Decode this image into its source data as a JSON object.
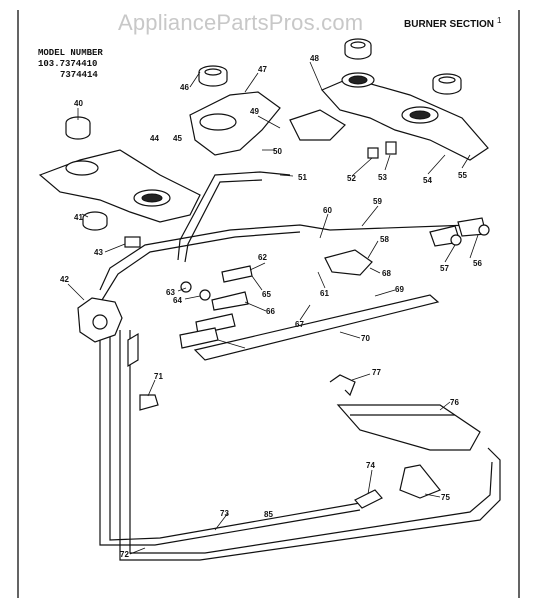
{
  "header": {
    "watermark": "AppliancePartsPros.com",
    "section_title": "BURNER SECTION",
    "section_mark": "1"
  },
  "model": {
    "label": "MODEL NUMBER",
    "line1": "103.7374410",
    "line2": "7374414"
  },
  "callouts": [
    "40",
    "41",
    "42",
    "43",
    "44",
    "45",
    "46",
    "47",
    "48",
    "49",
    "50",
    "51",
    "52",
    "53",
    "54",
    "55",
    "56",
    "57",
    "58",
    "59",
    "60",
    "61",
    "62",
    "63",
    "64",
    "65",
    "66",
    "67",
    "68",
    "69",
    "70",
    "71",
    "72",
    "73",
    "74",
    "75",
    "76",
    "77",
    "85"
  ]
}
